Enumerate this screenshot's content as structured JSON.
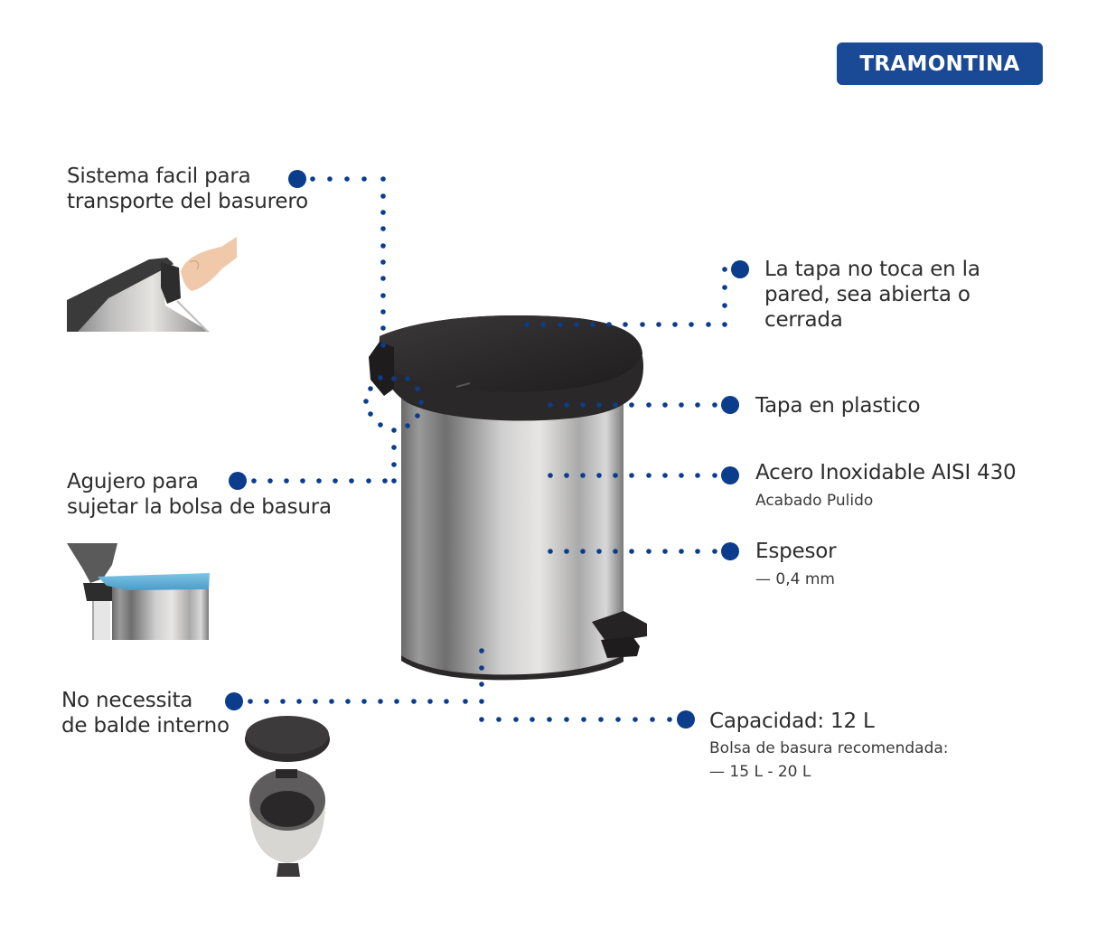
{
  "brand": {
    "name": "TRAMONTINA",
    "color": "#1a4a96"
  },
  "accent_color": "#0b3d8c",
  "product": {
    "name": "Pedal trash bin",
    "lid_color": "#2a2828",
    "body": "stainless steel"
  },
  "features": [
    {
      "id": "transport",
      "lines": [
        "Sistema facil para",
        "transporte del basurero"
      ],
      "side": "left"
    },
    {
      "id": "bag_hole",
      "lines": [
        "Agujero para",
        "sujetar la bolsa de basura"
      ],
      "side": "left"
    },
    {
      "id": "no_bucket",
      "lines": [
        "No necessita",
        "de balde interno"
      ],
      "side": "left"
    },
    {
      "id": "wall",
      "lines": [
        "La tapa no toca en la",
        "pared, sea abierta o",
        "cerrada"
      ],
      "side": "right"
    },
    {
      "id": "lid",
      "lines": [
        "Tapa en plastico"
      ],
      "side": "right"
    },
    {
      "id": "steel",
      "lines": [
        "Acero Inoxidable AISI 430"
      ],
      "sub": [
        "Acabado Pulido"
      ],
      "side": "right"
    },
    {
      "id": "thickness",
      "lines": [
        "Espesor"
      ],
      "sub": [
        "— 0,4 mm"
      ],
      "side": "right"
    },
    {
      "id": "capacity",
      "lines": [
        "Capacidad: 12 L"
      ],
      "sub": [
        "Bolsa de basura recomendada:",
        "— 15 L - 20 L"
      ],
      "side": "right"
    }
  ],
  "icons": {
    "bullet": "filled-circle",
    "leader": "dotted-line"
  }
}
